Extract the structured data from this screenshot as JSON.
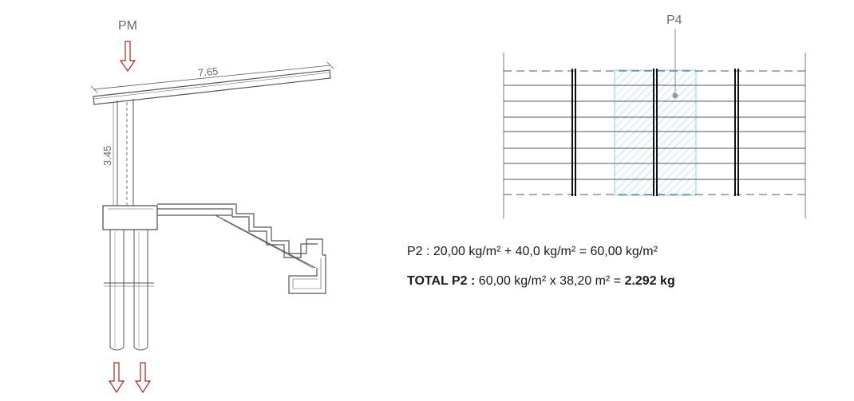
{
  "section": {
    "load_label": "PM",
    "span_dim": "7.65",
    "height_dim": "3.45"
  },
  "plan": {
    "label": "P4",
    "hatch_color": "#7fd3ea"
  },
  "calc": {
    "line1": "P2 : 20,00 kg/m² + 40,0 kg/m² = 60,00 kg/m²",
    "line2_label": "TOTAL P2 :",
    "line2_formula": "60,00 kg/m² x 38,20 m² =",
    "line2_result": "2.292 kg"
  },
  "colors": {
    "arrow": "#b22222",
    "drawing_line": "#555555"
  }
}
